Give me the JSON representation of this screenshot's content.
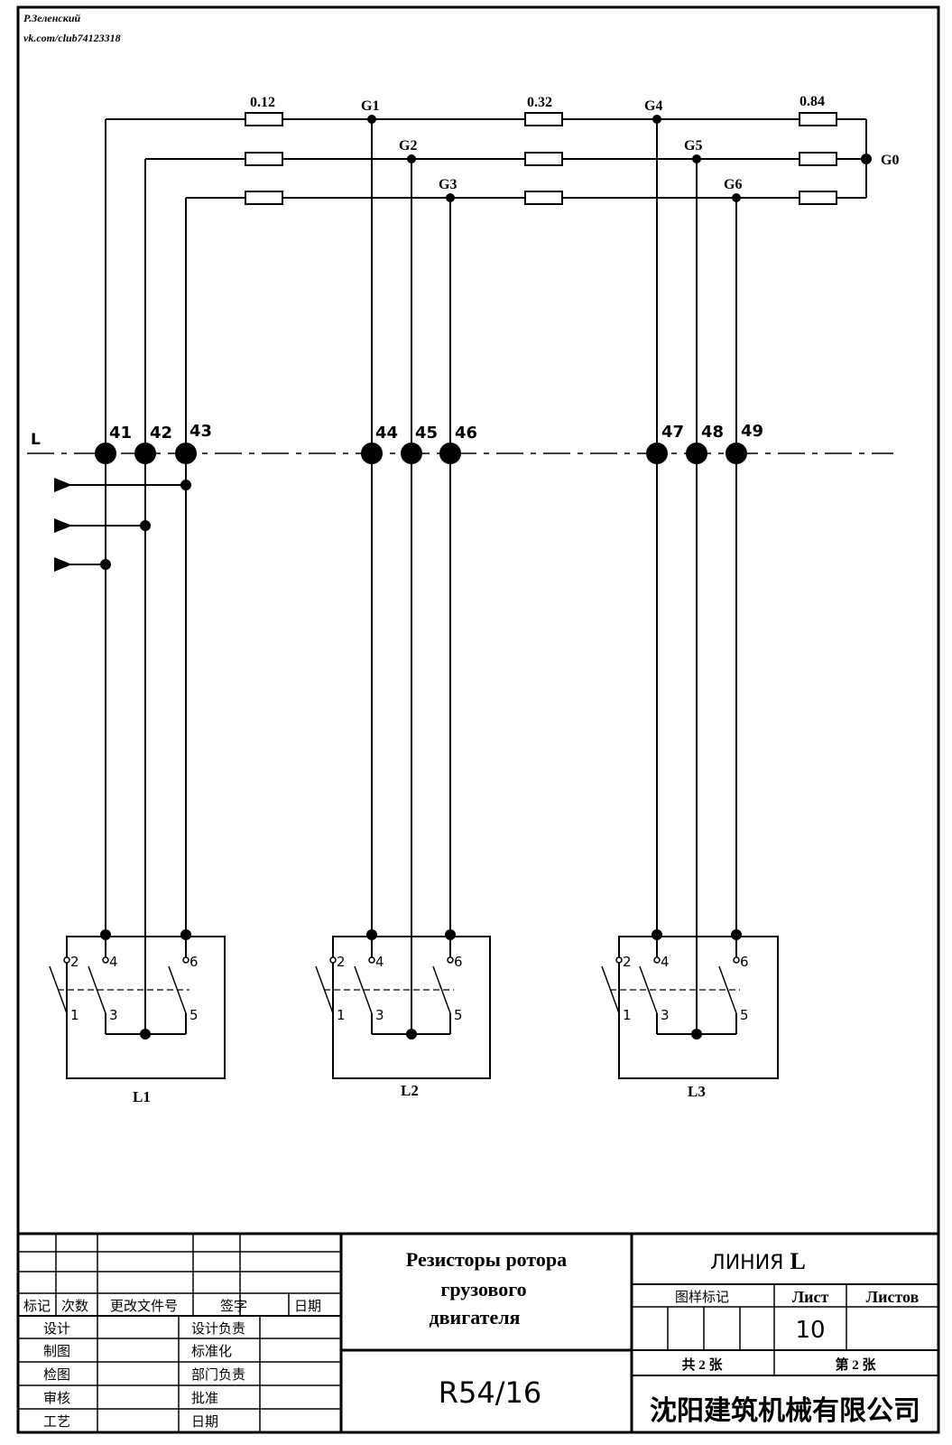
{
  "author": {
    "name": "Р.Зеленский",
    "link": "vk.com/club74123318"
  },
  "resistor_network": {
    "values": [
      "0.12",
      "0.32",
      "0.84"
    ],
    "nodes": [
      "G1",
      "G2",
      "G3",
      "G4",
      "G5",
      "G6",
      "G0"
    ]
  },
  "line_bus": {
    "name": "L",
    "terminals": [
      "41",
      "42",
      "43",
      "44",
      "45",
      "46",
      "47",
      "48",
      "49"
    ]
  },
  "contactors": [
    {
      "label": "L1",
      "pins": [
        "2",
        "4",
        "6",
        "1",
        "3",
        "5"
      ]
    },
    {
      "label": "L2",
      "pins": [
        "2",
        "4",
        "6",
        "1",
        "3",
        "5"
      ]
    },
    {
      "label": "L3",
      "pins": [
        "2",
        "4",
        "6",
        "1",
        "3",
        "5"
      ]
    }
  ],
  "title_block": {
    "title_lines": [
      "Резисторы ротора",
      "грузового",
      "двигателя"
    ],
    "drawing_number": "R54/16",
    "line_name": "ЛИНИЯ",
    "line_letter": "L",
    "sheet_label": "Лист",
    "sheets_label": "Листов",
    "sheet_number": "10",
    "drawing_mark_label": "图样标记",
    "total_sheets_label": "共 2 张",
    "sheet_of_label": "第 2 张",
    "company": "沈阳建筑机械有限公司",
    "revision_header": [
      "标记",
      "次数",
      "更改文件号",
      "签字",
      "日期"
    ],
    "roles_left": [
      "设计",
      "制图",
      "检图",
      "审核",
      "工艺"
    ],
    "roles_right": [
      "设计负责",
      "标准化",
      "部门负责",
      "批准",
      "日期"
    ]
  }
}
